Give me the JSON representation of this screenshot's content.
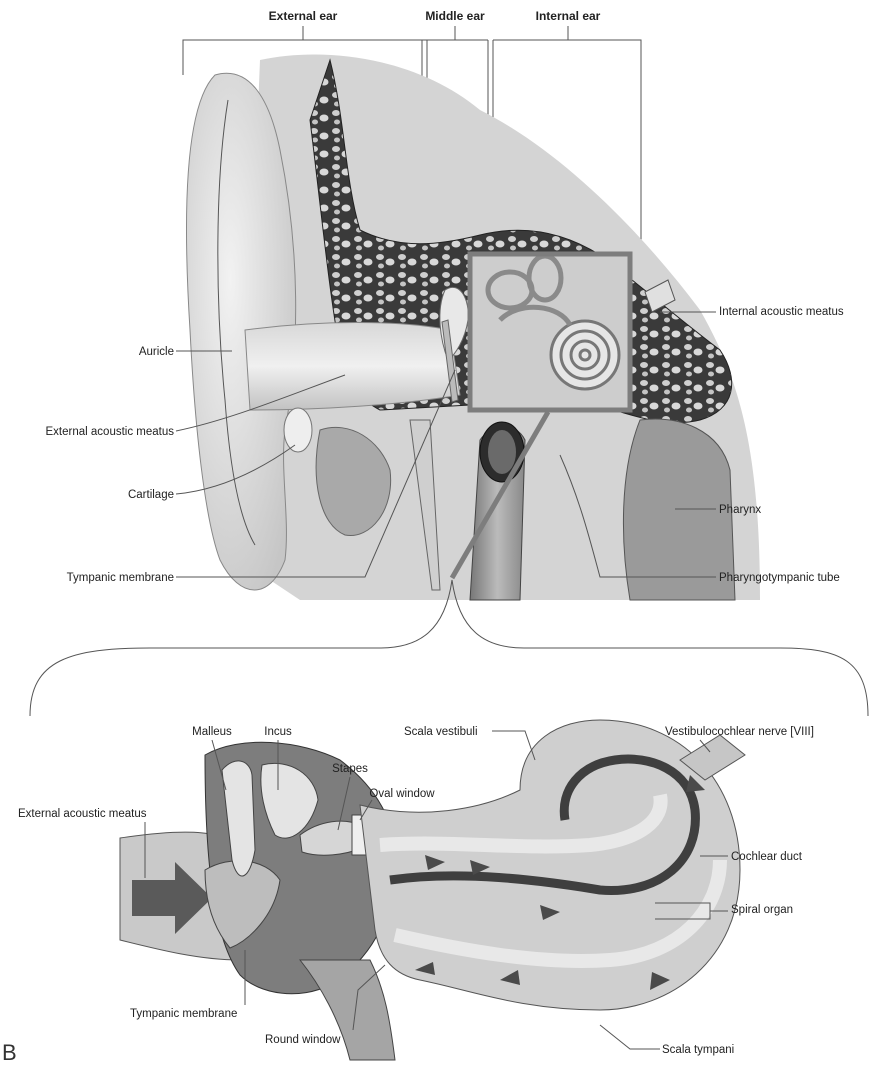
{
  "headers": {
    "external_ear": "External ear",
    "middle_ear": "Middle ear",
    "internal_ear": "Internal ear"
  },
  "top_labels": {
    "auricle": "Auricle",
    "external_acoustic_meatus": "External acoustic meatus",
    "cartilage": "Cartilage",
    "tympanic_membrane": "Tympanic membrane",
    "internal_acoustic_meatus": "Internal acoustic meatus",
    "pharynx": "Pharynx",
    "pharyngotympanic_tube": "Pharyngotympanic tube"
  },
  "bottom_labels": {
    "malleus": "Malleus",
    "incus": "Incus",
    "stapes": "Stapes",
    "oval_window": "Oval window",
    "external_acoustic_meatus": "External acoustic meatus",
    "scala_vestibuli": "Scala vestibuli",
    "vestibulocochlear_nerve": "Vestibulocochlear nerve [VIII]",
    "cochlear_duct": "Cochlear duct",
    "spiral_organ": "Spiral organ",
    "tympanic_membrane": "Tympanic membrane",
    "round_window": "Round window",
    "scala_tympani": "Scala tympani"
  },
  "panel_letter": "B",
  "colors": {
    "background": "#ffffff",
    "tissue_light": "#e2e2e2",
    "tissue_mid": "#bdbdbd",
    "tissue_dark": "#8a8a8a",
    "bone_dark": "#2a2a2a",
    "frame": "#808080"
  }
}
